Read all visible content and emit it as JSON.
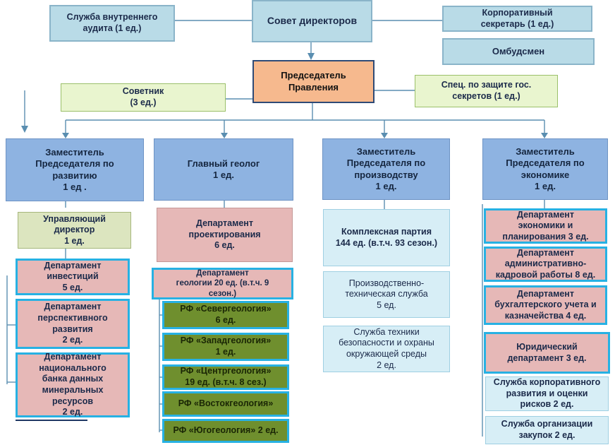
{
  "top": {
    "board": "Совет директоров",
    "audit": "Служба внутреннего\nаудита  (1 ед.)",
    "secretary": "Корпоративный\nсекретарь (1 ед.)",
    "ombudsman": "Омбудсмен"
  },
  "chairman": "Председатель\nПравления",
  "advisor": "Советник\n(3 ед.)",
  "secret_spec": "Спец. по защите гос.\nсекретов (1 ед.)",
  "deputies": {
    "development": "Заместитель\nПредседателя по\nразвитию\n1 ед .",
    "geologist": "Главный  геолог\n1 ед.",
    "production": "Заместитель\nПредседателя по\nпроизводству\n1 ед.",
    "economy": "Заместитель\nПредседателя по\nэкономике\n1 ед."
  },
  "col1": [
    "Управляющий\nдиректор\n1 ед.",
    "Департамент\nинвестиций\n5 ед.",
    "Департамент\nперспективного\nразвития\n2 ед.",
    "Департамент\nнационального\nбанка данных\nминеральных\nресурсов\n2 ед."
  ],
  "col2": [
    "Департамент\nпроектирования\n6 ед.",
    "Департамент\nгеологии 20 ед. (в.т.ч. 9\nсезон.)",
    "РФ «Севергеология»\n6 ед.",
    "РФ «Западгеология»\n1 ед.",
    "РФ «Центргеология»\n19 ед. (в.т.ч. 8 сез.)",
    "РФ «Востокгеология»",
    "РФ «Югогеология»  2 ед."
  ],
  "col3": [
    "Комплексная партия\n144 ед. (в.т.ч. 93 сезон.)",
    "Производственно-\nтехническая служба\n5 ед.",
    "Служба техники\nбезопасности  и охраны\nокружающей среды\n2 ед."
  ],
  "col4": [
    "Департамент\nэкономики и\nпланирования 3 ед.",
    "Департамент\nадминистративно-\nкадровой работы 8 ед.",
    "Департамент\nбухгалтерского учета и\nказначейства  4 ед.",
    "Юридический\nдепартамент 3 ед.",
    "Служба корпоративного\nразвития и оценки\nрисков  2 ед.",
    "Служба организации\nзакупок 2 ед."
  ]
}
